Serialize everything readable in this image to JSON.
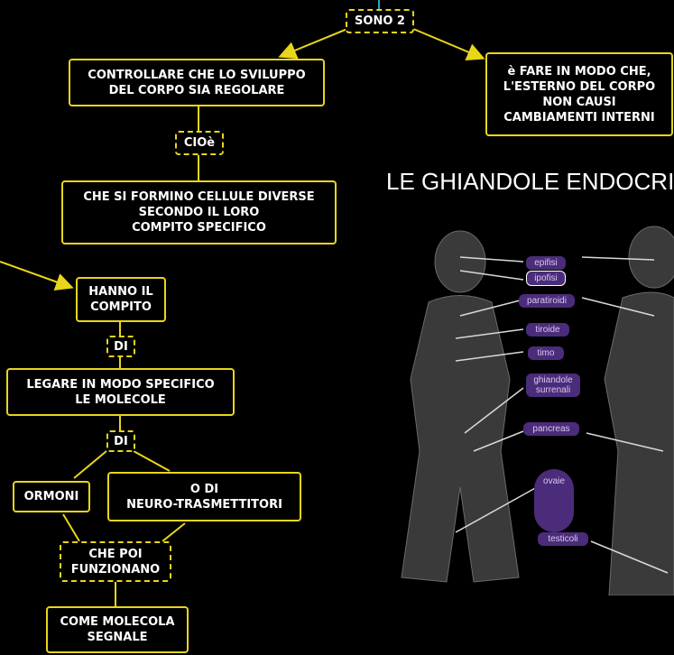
{
  "nodes": {
    "sono2": "SONO 2",
    "controllare": "CONTROLLARE CHE LO SVILUPPO\nDEL CORPO SIA REGOLARE",
    "fare": "è FARE IN MODO CHE,\nL'ESTERNO DEL CORPO\nNON CAUSI\nCAMBIAMENTI INTERNI",
    "cioe": "CIOè",
    "formino": "CHE SI FORMINO CELLULE DIVERSE\nSECONDO IL LORO\nCOMPITO SPECIFICO",
    "hanno": "HANNO IL\nCOMPITO",
    "di1": "DI",
    "legare": "LEGARE IN MODO SPECIFICO\nLE MOLECOLE",
    "di2": "DI",
    "ormoni": "ORMONI",
    "neuro": "O DI\nNEURO-TRASMETTITORI",
    "chepoi": "CHE POI\nFUNZIONANO",
    "molecola": "COME MOLECOLA\nSEGNALE"
  },
  "figure": {
    "title": "LE GHIANDOLE ENDOCRI",
    "labels": [
      "epifisi",
      "ipofisi",
      "paratiroidi",
      "tiroide",
      "timo",
      "ghiandole\nsurrenali",
      "pancreas",
      "ovaie",
      "testicoli"
    ]
  },
  "colors": {
    "accent": "#e8d61a",
    "label_bg": "#4b2c7a"
  }
}
